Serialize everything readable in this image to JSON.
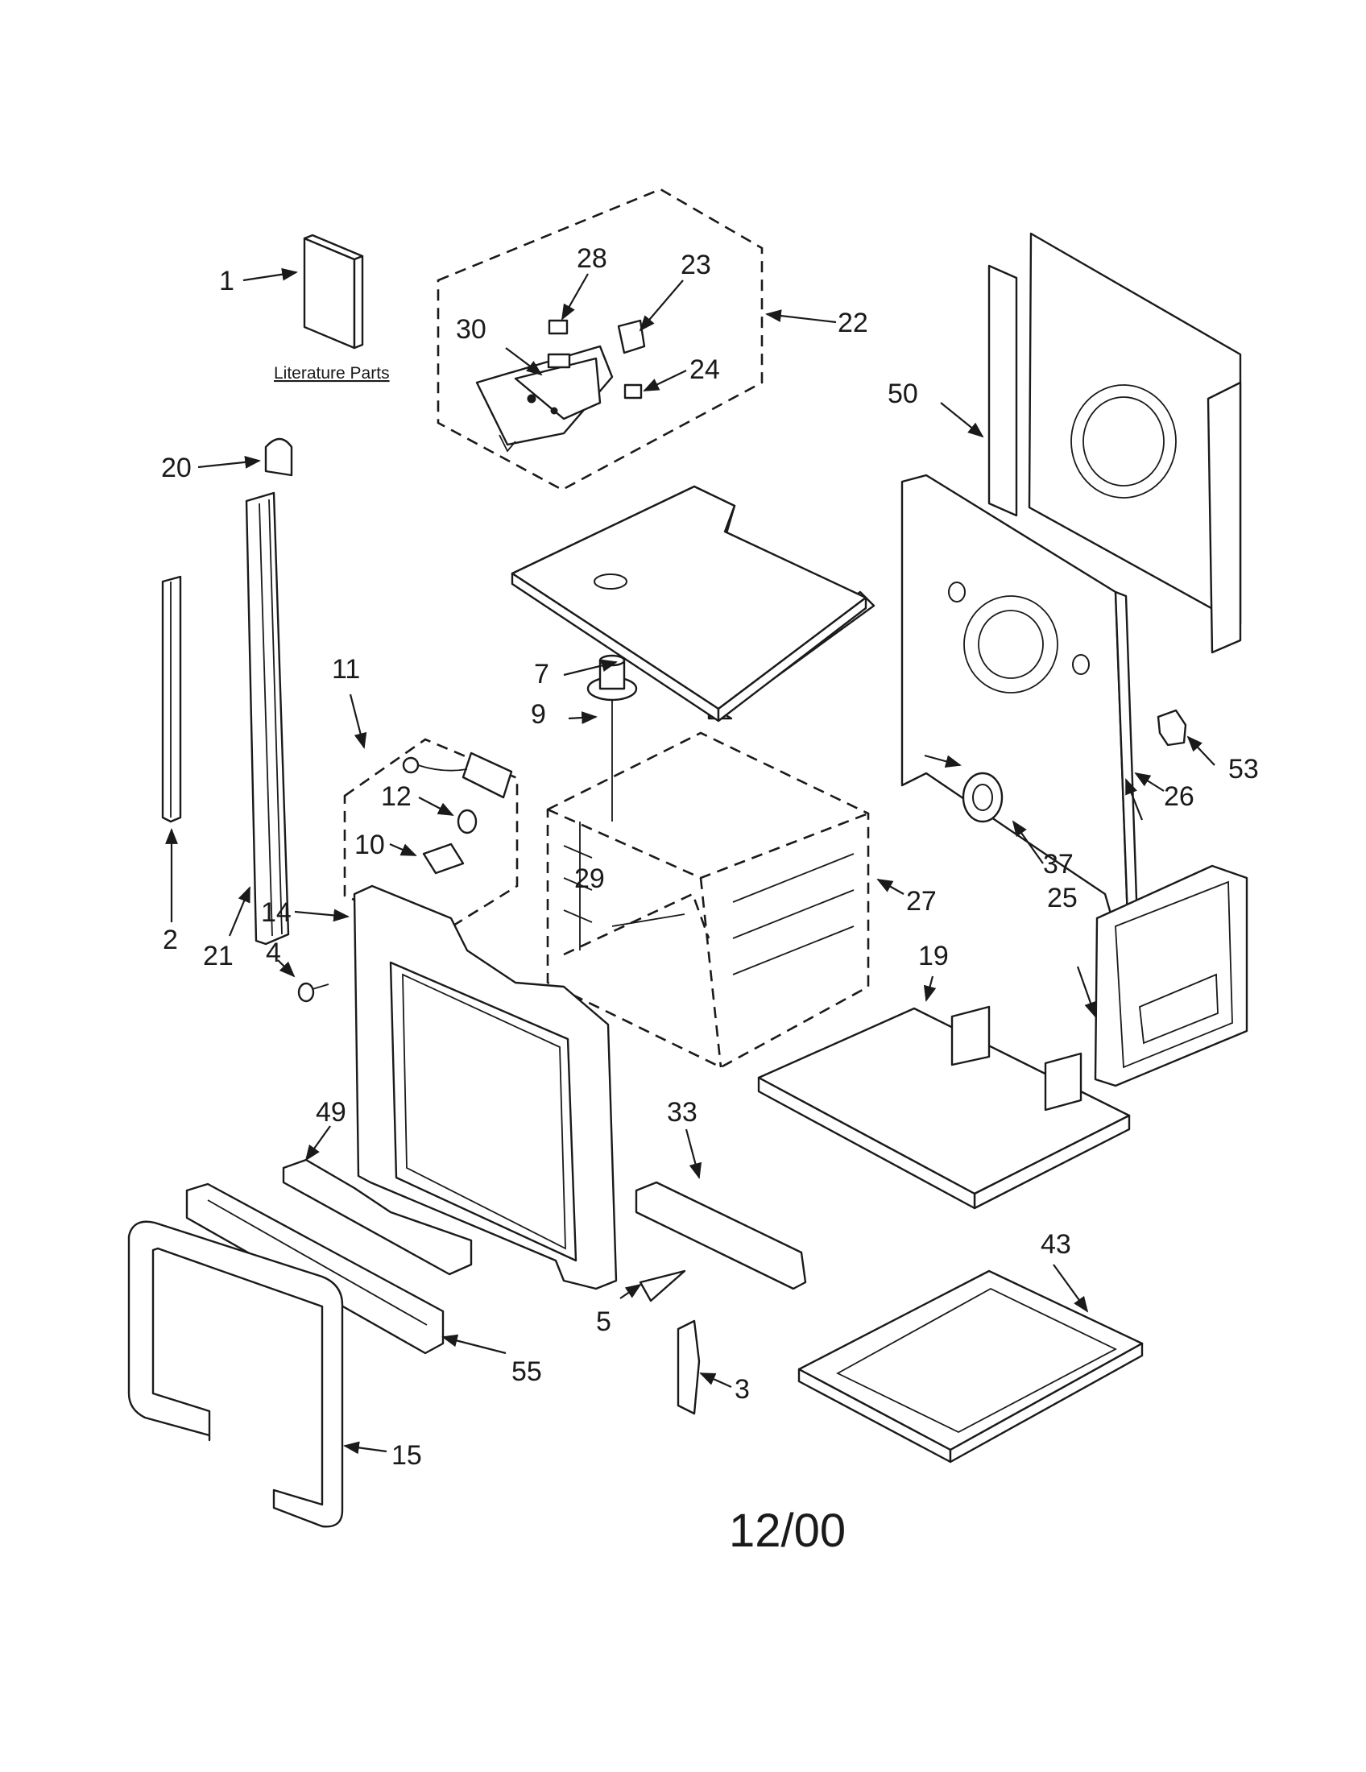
{
  "diagram": {
    "literature_label": "Literature Parts",
    "date_code": "12/00",
    "callouts": {
      "c1": "1",
      "c2": "2",
      "c3": "3",
      "c4": "4",
      "c5": "5",
      "c7": "7",
      "c9": "9",
      "c10": "10",
      "c11": "11",
      "c12": "12",
      "c14": "14",
      "c15": "15",
      "c19": "19",
      "c20": "20",
      "c21": "21",
      "c22": "22",
      "c23": "23",
      "c24": "24",
      "c25": "25",
      "c26": "26",
      "c27": "27",
      "c28": "28",
      "c29": "29",
      "c30": "30",
      "c33": "33",
      "c37": "37",
      "c43": "43",
      "c49": "49",
      "c50": "50",
      "c53": "53",
      "c55": "55"
    }
  }
}
